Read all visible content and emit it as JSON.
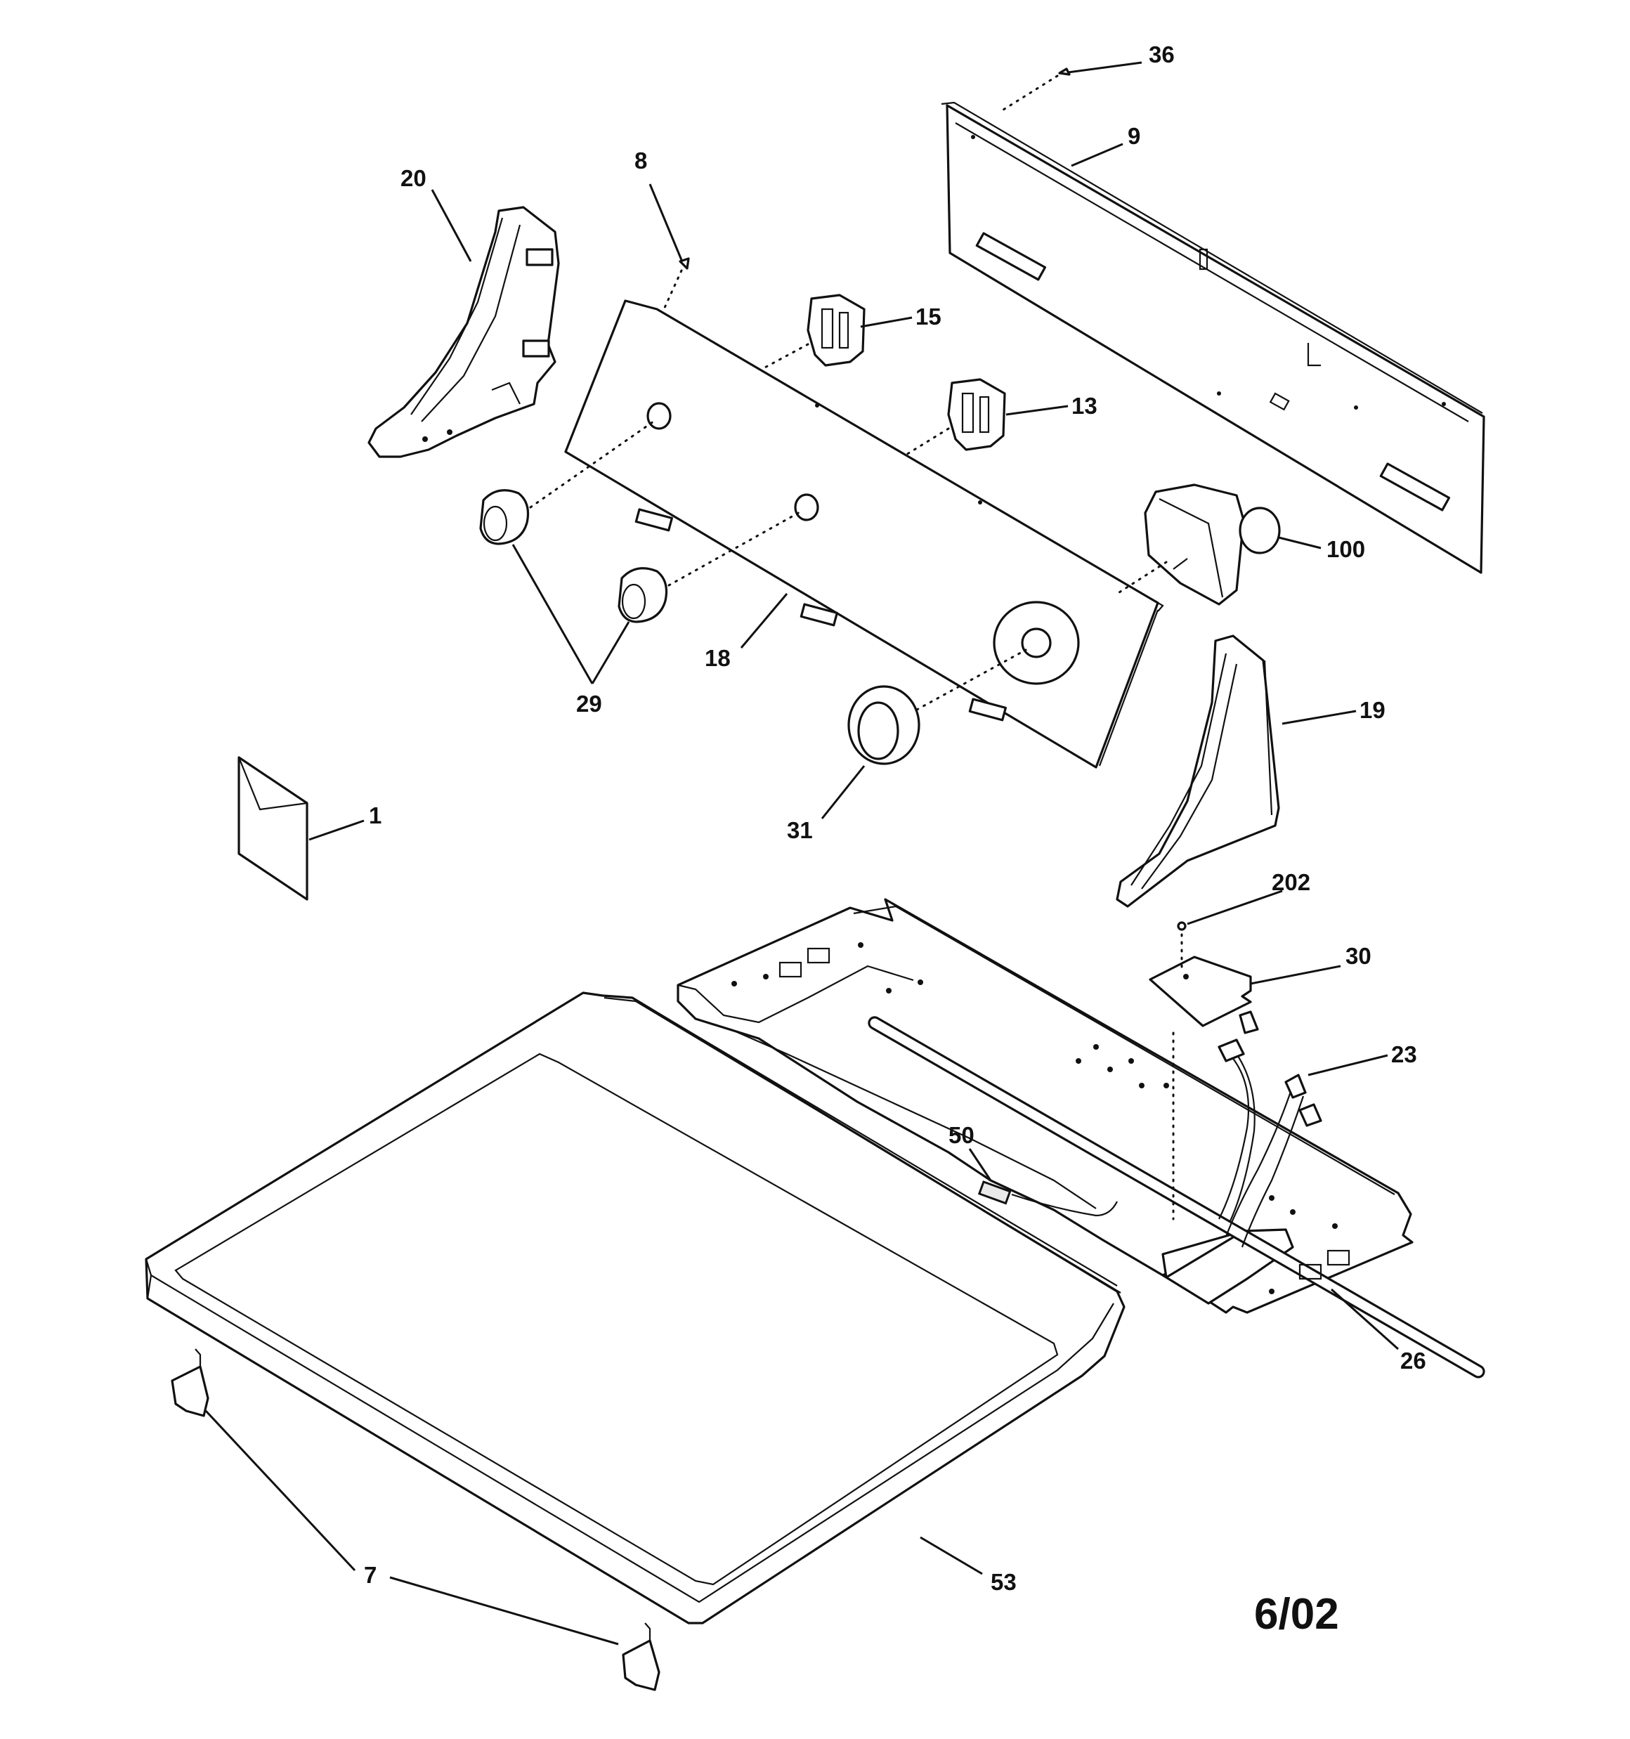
{
  "diagram": {
    "date_code": "6/02",
    "callouts": [
      {
        "id": "36",
        "label": "36"
      },
      {
        "id": "9",
        "label": "9"
      },
      {
        "id": "8",
        "label": "8"
      },
      {
        "id": "20",
        "label": "20"
      },
      {
        "id": "15",
        "label": "15"
      },
      {
        "id": "13",
        "label": "13"
      },
      {
        "id": "100",
        "label": "100"
      },
      {
        "id": "19",
        "label": "19"
      },
      {
        "id": "18",
        "label": "18"
      },
      {
        "id": "29",
        "label": "29"
      },
      {
        "id": "31",
        "label": "31"
      },
      {
        "id": "1",
        "label": "1"
      },
      {
        "id": "202",
        "label": "202"
      },
      {
        "id": "30",
        "label": "30"
      },
      {
        "id": "23",
        "label": "23"
      },
      {
        "id": "50",
        "label": "50"
      },
      {
        "id": "26",
        "label": "26"
      },
      {
        "id": "7",
        "label": "7"
      },
      {
        "id": "53",
        "label": "53"
      }
    ]
  }
}
